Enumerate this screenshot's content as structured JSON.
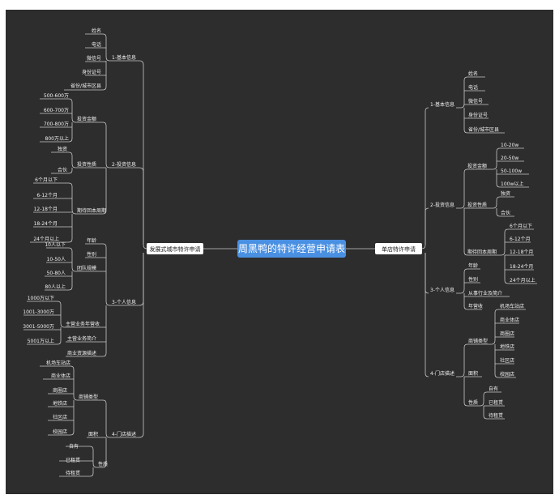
{
  "central": {
    "title": "周黑鸭的特许经营申请表"
  },
  "colors": {
    "background": "#2d2d2d",
    "central_node": "#4a90e2",
    "line": "#c8c8c8",
    "text": "#f0f0f0"
  },
  "left": {
    "title": "发展式城市特许申请",
    "sections": [
      {
        "label": "1-基本信息",
        "items": [
          "姓名",
          "电话",
          "微信号",
          "身份证号",
          "省份/城市区县"
        ]
      },
      {
        "label": "2-投资信息",
        "groups": [
          {
            "label": "投资金额",
            "items": [
              "500-600万",
              "600-700万",
              "700-800万",
              "800万以上"
            ]
          },
          {
            "label": "投资性质",
            "items": [
              "独资",
              "合伙"
            ]
          },
          {
            "label": "期待回本周期",
            "items": [
              "6个月以下",
              "6-12个月",
              "12-18个月",
              "18-24个月",
              "24个月以上"
            ]
          }
        ]
      },
      {
        "label": "3-个人信息",
        "groups": [
          {
            "label": "年龄",
            "items": []
          },
          {
            "label": "性别",
            "items": []
          },
          {
            "label": "团队规模",
            "items": [
              "10人以下",
              "10-50人",
              "50-80人",
              "80人以上"
            ]
          },
          {
            "label": "主营业务年营收",
            "items": [
              "1000万以下",
              "1001-3000万",
              "3001-5000万",
              "5001万以上"
            ]
          },
          {
            "label": "主营业务简介",
            "items": []
          },
          {
            "label": "商业资源描述",
            "items": []
          }
        ]
      },
      {
        "label": "4-门店描述",
        "groups": [
          {
            "label": "商铺类型",
            "items": [
              "机场车站店",
              "商业体店",
              "商圈店",
              "地铁店",
              "社区店",
              "校园店"
            ]
          },
          {
            "label": "面积",
            "items": []
          },
          {
            "label": "性质",
            "items": [
              "自有",
              "已租赁",
              "待租赁"
            ]
          }
        ]
      }
    ]
  },
  "right": {
    "title": "单店特许申请",
    "sections": [
      {
        "label": "1-基本信息",
        "items": [
          "姓名",
          "电话",
          "微信号",
          "身份证号",
          "省份/城市区县"
        ]
      },
      {
        "label": "2-投资信息",
        "groups": [
          {
            "label": "投资金额",
            "items": [
              "10-20w",
              "20-50w",
              "50-100w",
              "100w以上"
            ]
          },
          {
            "label": "投资性质",
            "items": [
              "独资",
              "合伙"
            ]
          },
          {
            "label": "期待回本周期",
            "items": [
              "6个月以下",
              "6-12个月",
              "12-18个月",
              "18-24个月",
              "24个月以上"
            ]
          }
        ]
      },
      {
        "label": "3-个人信息",
        "groups": [
          {
            "label": "年龄",
            "items": []
          },
          {
            "label": "性别",
            "items": []
          },
          {
            "label": "从事行业及简介",
            "items": []
          },
          {
            "label": "年营收",
            "items": []
          }
        ]
      },
      {
        "label": "4-门店描述",
        "groups": [
          {
            "label": "商铺类型",
            "items": [
              "机场车站店",
              "商业体店",
              "商圈店",
              "地铁店",
              "社区店",
              "校园店"
            ]
          },
          {
            "label": "面积",
            "items": []
          },
          {
            "label": "性质",
            "items": [
              "自有",
              "已租赁",
              "待租赁"
            ]
          }
        ]
      }
    ]
  }
}
